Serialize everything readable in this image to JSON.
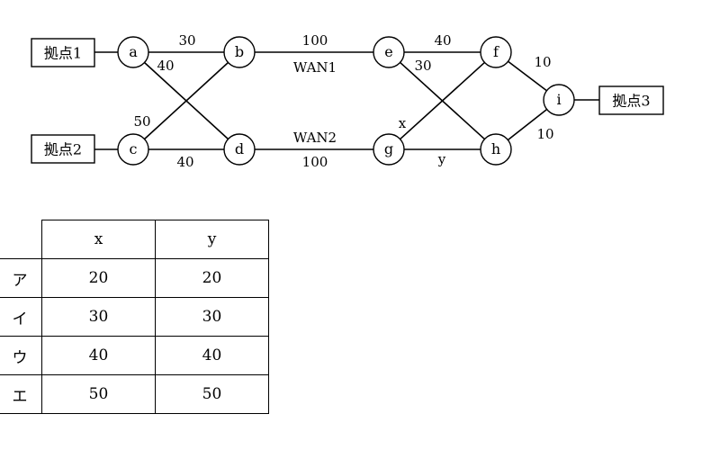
{
  "diagram": {
    "sites": [
      {
        "id": "site1",
        "label": "拠点1"
      },
      {
        "id": "site2",
        "label": "拠点2"
      },
      {
        "id": "site3",
        "label": "拠点3"
      }
    ],
    "nodes": [
      "a",
      "b",
      "c",
      "d",
      "e",
      "f",
      "g",
      "h",
      "i"
    ],
    "edges": [
      {
        "from": "a",
        "to": "b",
        "weight": "30"
      },
      {
        "from": "a",
        "to": "d",
        "weight": "40"
      },
      {
        "from": "c",
        "to": "b",
        "weight": "50"
      },
      {
        "from": "c",
        "to": "d",
        "weight": "40"
      },
      {
        "from": "b",
        "to": "e",
        "weight": "100",
        "link": "WAN1"
      },
      {
        "from": "d",
        "to": "g",
        "weight": "100",
        "link": "WAN2"
      },
      {
        "from": "e",
        "to": "f",
        "weight": "40"
      },
      {
        "from": "e",
        "to": "h",
        "weight": "30"
      },
      {
        "from": "g",
        "to": "f",
        "weight": "x"
      },
      {
        "from": "g",
        "to": "h",
        "weight": "y"
      },
      {
        "from": "f",
        "to": "i",
        "weight": "10"
      },
      {
        "from": "h",
        "to": "i",
        "weight": "10"
      }
    ]
  },
  "table": {
    "headers": [
      "",
      "x",
      "y"
    ],
    "rows": [
      {
        "label": "ア",
        "x": "20",
        "y": "20"
      },
      {
        "label": "イ",
        "x": "30",
        "y": "30"
      },
      {
        "label": "ウ",
        "x": "40",
        "y": "40"
      },
      {
        "label": "エ",
        "x": "50",
        "y": "50"
      }
    ]
  }
}
